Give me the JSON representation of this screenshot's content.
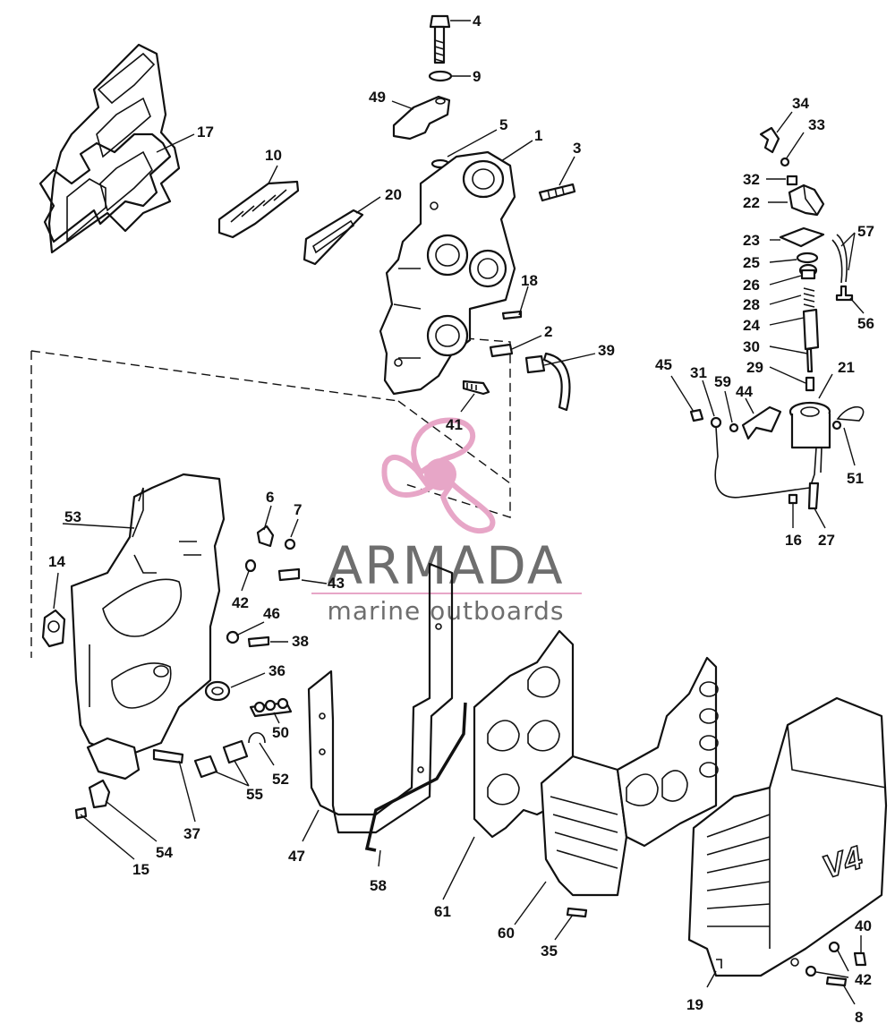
{
  "watermark": {
    "brand": "ARMADA",
    "tagline": "marine outboards",
    "brand_color": "#6e6e6e",
    "accent_color": "#e7a6c7"
  },
  "cover_badge": "V4",
  "callouts": {
    "c1": "1",
    "c2": "2",
    "c3": "3",
    "c4": "4",
    "c5": "5",
    "c6": "6",
    "c7": "7",
    "c8": "8",
    "c9": "9",
    "c10": "10",
    "c14": "14",
    "c15": "15",
    "c16": "16",
    "c17": "17",
    "c18": "18",
    "c19": "19",
    "c20": "20",
    "c21": "21",
    "c22": "22",
    "c23": "23",
    "c24": "24",
    "c25": "25",
    "c26": "26",
    "c27": "27",
    "c28": "28",
    "c29": "29",
    "c30": "30",
    "c31": "31",
    "c32": "32",
    "c33": "33",
    "c34": "34",
    "c35": "35",
    "c36": "36",
    "c37": "37",
    "c38": "38",
    "c39": "39",
    "c40": "40",
    "c41": "41",
    "c42a": "42",
    "c42b": "42",
    "c43": "43",
    "c44": "44",
    "c45": "45",
    "c46": "46",
    "c47": "47",
    "c49": "49",
    "c50": "50",
    "c51": "51",
    "c52": "52",
    "c53": "53",
    "c54": "54",
    "c55": "55",
    "c56": "56",
    "c57": "57",
    "c58": "58",
    "c59": "59",
    "c60": "60",
    "c61": "61"
  }
}
